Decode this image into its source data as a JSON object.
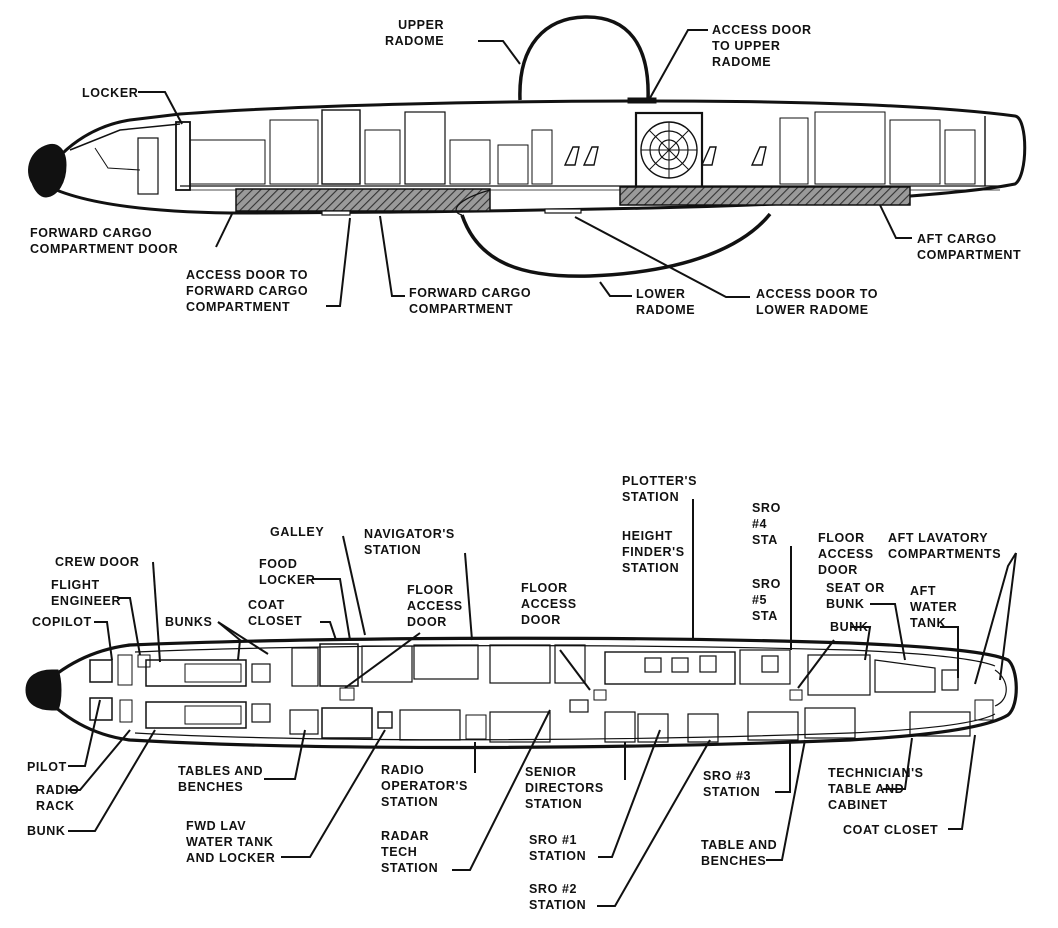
{
  "side_view": {
    "upper_radome": [
      "UPPER",
      "RADOME"
    ],
    "access_door_upper_radome": [
      "ACCESS DOOR",
      "TO UPPER",
      "RADOME"
    ],
    "locker": [
      "LOCKER"
    ],
    "forward_cargo_door": [
      "FORWARD CARGO",
      "COMPARTMENT DOOR"
    ],
    "access_door_forward_cargo": [
      "ACCESS DOOR TO",
      "FORWARD CARGO",
      "COMPARTMENT"
    ],
    "forward_cargo_compartment": [
      "FORWARD CARGO",
      "COMPARTMENT"
    ],
    "lower_radome": [
      "LOWER",
      "RADOME"
    ],
    "access_door_lower_radome": [
      "ACCESS DOOR TO",
      "LOWER RADOME"
    ],
    "aft_cargo_compartment": [
      "AFT CARGO",
      "COMPARTMENT"
    ]
  },
  "plan_view": {
    "plotters_station": [
      "PLOTTER'S",
      "STATION"
    ],
    "galley": [
      "GALLEY"
    ],
    "navigators_station": [
      "NAVIGATOR'S",
      "STATION"
    ],
    "height_finders_station": [
      "HEIGHT",
      "FINDER'S",
      "STATION"
    ],
    "sro4": [
      "SRO",
      "#4",
      "STA"
    ],
    "floor_access_door_aft": [
      "FLOOR",
      "ACCESS",
      "DOOR"
    ],
    "aft_lavatory": [
      "AFT LAVATORY",
      "COMPARTMENTS"
    ],
    "crew_door": [
      "CREW DOOR"
    ],
    "food_locker": [
      "FOOD",
      "LOCKER"
    ],
    "flight_engineer": [
      "FLIGHT",
      "ENGINEER"
    ],
    "floor_access_door_fwd": [
      "FLOOR",
      "ACCESS",
      "DOOR"
    ],
    "sro5": [
      "SRO",
      "#5",
      "STA"
    ],
    "seat_or_bunk": [
      "SEAT OR",
      "BUNK"
    ],
    "aft_water_tank": [
      "AFT",
      "WATER",
      "TANK"
    ],
    "coat_closet_fwd": [
      "COAT",
      "CLOSET"
    ],
    "floor_access_door_mid": [
      "FLOOR",
      "ACCESS",
      "DOOR"
    ],
    "bunks": [
      "BUNKS"
    ],
    "copilot": [
      "COPILOT"
    ],
    "bunk_aft": [
      "BUNK"
    ],
    "pilot": [
      "PILOT"
    ],
    "tables_and_benches": [
      "TABLES AND",
      "BENCHES"
    ],
    "radio_operators_station": [
      "RADIO",
      "OPERATOR'S",
      "STATION"
    ],
    "senior_directors_station": [
      "SENIOR",
      "DIRECTORS",
      "STATION"
    ],
    "sro3": [
      "SRO #3",
      "STATION"
    ],
    "technicians_table": [
      "TECHNICIAN'S",
      "TABLE AND",
      "CABINET"
    ],
    "radio_rack": [
      "RADIO",
      "RACK"
    ],
    "bunk_fwd": [
      "BUNK"
    ],
    "fwd_lav_water_tank": [
      "FWD LAV",
      "WATER TANK",
      "AND LOCKER"
    ],
    "radar_tech_station": [
      "RADAR",
      "TECH",
      "STATION"
    ],
    "sro1": [
      "SRO #1",
      "STATION"
    ],
    "coat_closet_aft": [
      "COAT CLOSET"
    ],
    "table_and_benches": [
      "TABLE AND",
      "BENCHES"
    ],
    "sro2": [
      "SRO #2",
      "STATION"
    ]
  }
}
